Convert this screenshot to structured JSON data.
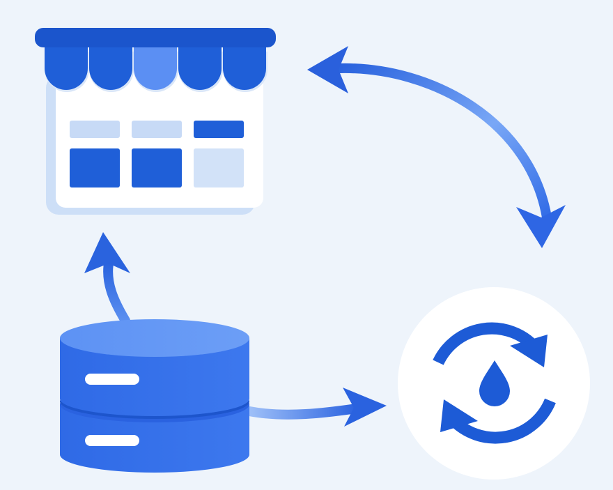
{
  "colors": {
    "background": "#eef4fb",
    "primary": "#1d5fd6",
    "primary_mid": "#3f7ff0",
    "primary_light": "#6a9cf5",
    "pale": "#cfe0f8",
    "white": "#ffffff"
  },
  "nodes": [
    {
      "id": "storefront",
      "icon": "storefront-icon"
    },
    {
      "id": "database",
      "icon": "database-icon"
    },
    {
      "id": "sync",
      "icon": "sync-icon",
      "inner_icon": "water-drop-icon"
    }
  ],
  "edges": [
    {
      "from": "storefront",
      "to": "sync",
      "style": "curved-double-arrow"
    },
    {
      "from": "database",
      "to": "storefront",
      "style": "curved-arrow"
    },
    {
      "from": "database",
      "to": "sync",
      "style": "curved-arrow"
    }
  ]
}
